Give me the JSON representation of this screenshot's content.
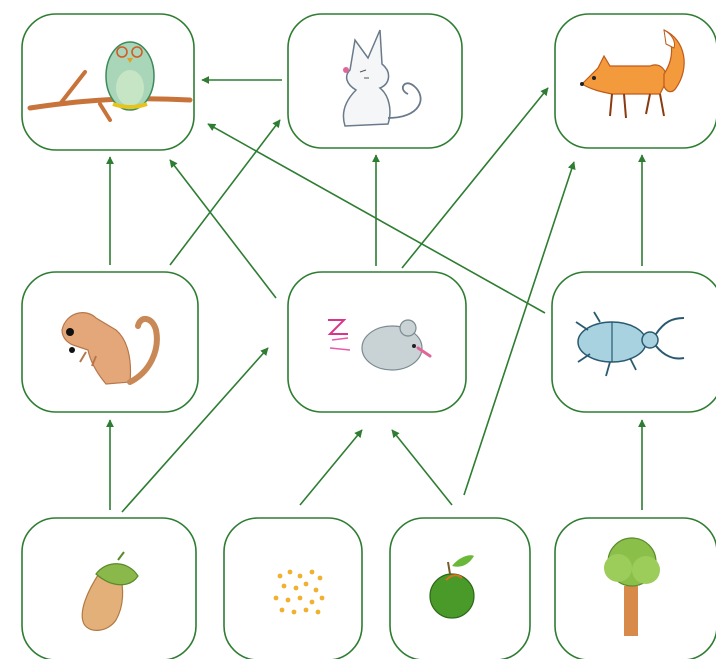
{
  "diagram": {
    "type": "food-web",
    "colors": {
      "arrow": "#2e7d32",
      "frame": "#2e7d32"
    },
    "nodes": [
      {
        "id": "owl",
        "drawing": "owl-on-branch"
      },
      {
        "id": "cat",
        "drawing": "cat"
      },
      {
        "id": "fox",
        "drawing": "fox"
      },
      {
        "id": "squirrel",
        "drawing": "squirrel"
      },
      {
        "id": "mouse",
        "drawing": "mouse"
      },
      {
        "id": "beetle",
        "drawing": "beetle"
      },
      {
        "id": "acorn",
        "drawing": "acorn"
      },
      {
        "id": "seeds",
        "drawing": "seeds"
      },
      {
        "id": "apple",
        "drawing": "apple"
      },
      {
        "id": "tree",
        "drawing": "tree"
      }
    ],
    "edges": [
      {
        "from": "cat",
        "to": "owl"
      },
      {
        "from": "squirrel",
        "to": "owl"
      },
      {
        "from": "squirrel",
        "to": "cat"
      },
      {
        "from": "mouse",
        "to": "owl"
      },
      {
        "from": "mouse",
        "to": "cat"
      },
      {
        "from": "mouse",
        "to": "fox"
      },
      {
        "from": "beetle",
        "to": "owl"
      },
      {
        "from": "beetle",
        "to": "fox"
      },
      {
        "from": "acorn",
        "to": "squirrel"
      },
      {
        "from": "acorn",
        "to": "mouse"
      },
      {
        "from": "seeds",
        "to": "mouse"
      },
      {
        "from": "apple",
        "to": "mouse"
      },
      {
        "from": "apple",
        "to": "fox"
      },
      {
        "from": "tree",
        "to": "beetle"
      }
    ]
  }
}
